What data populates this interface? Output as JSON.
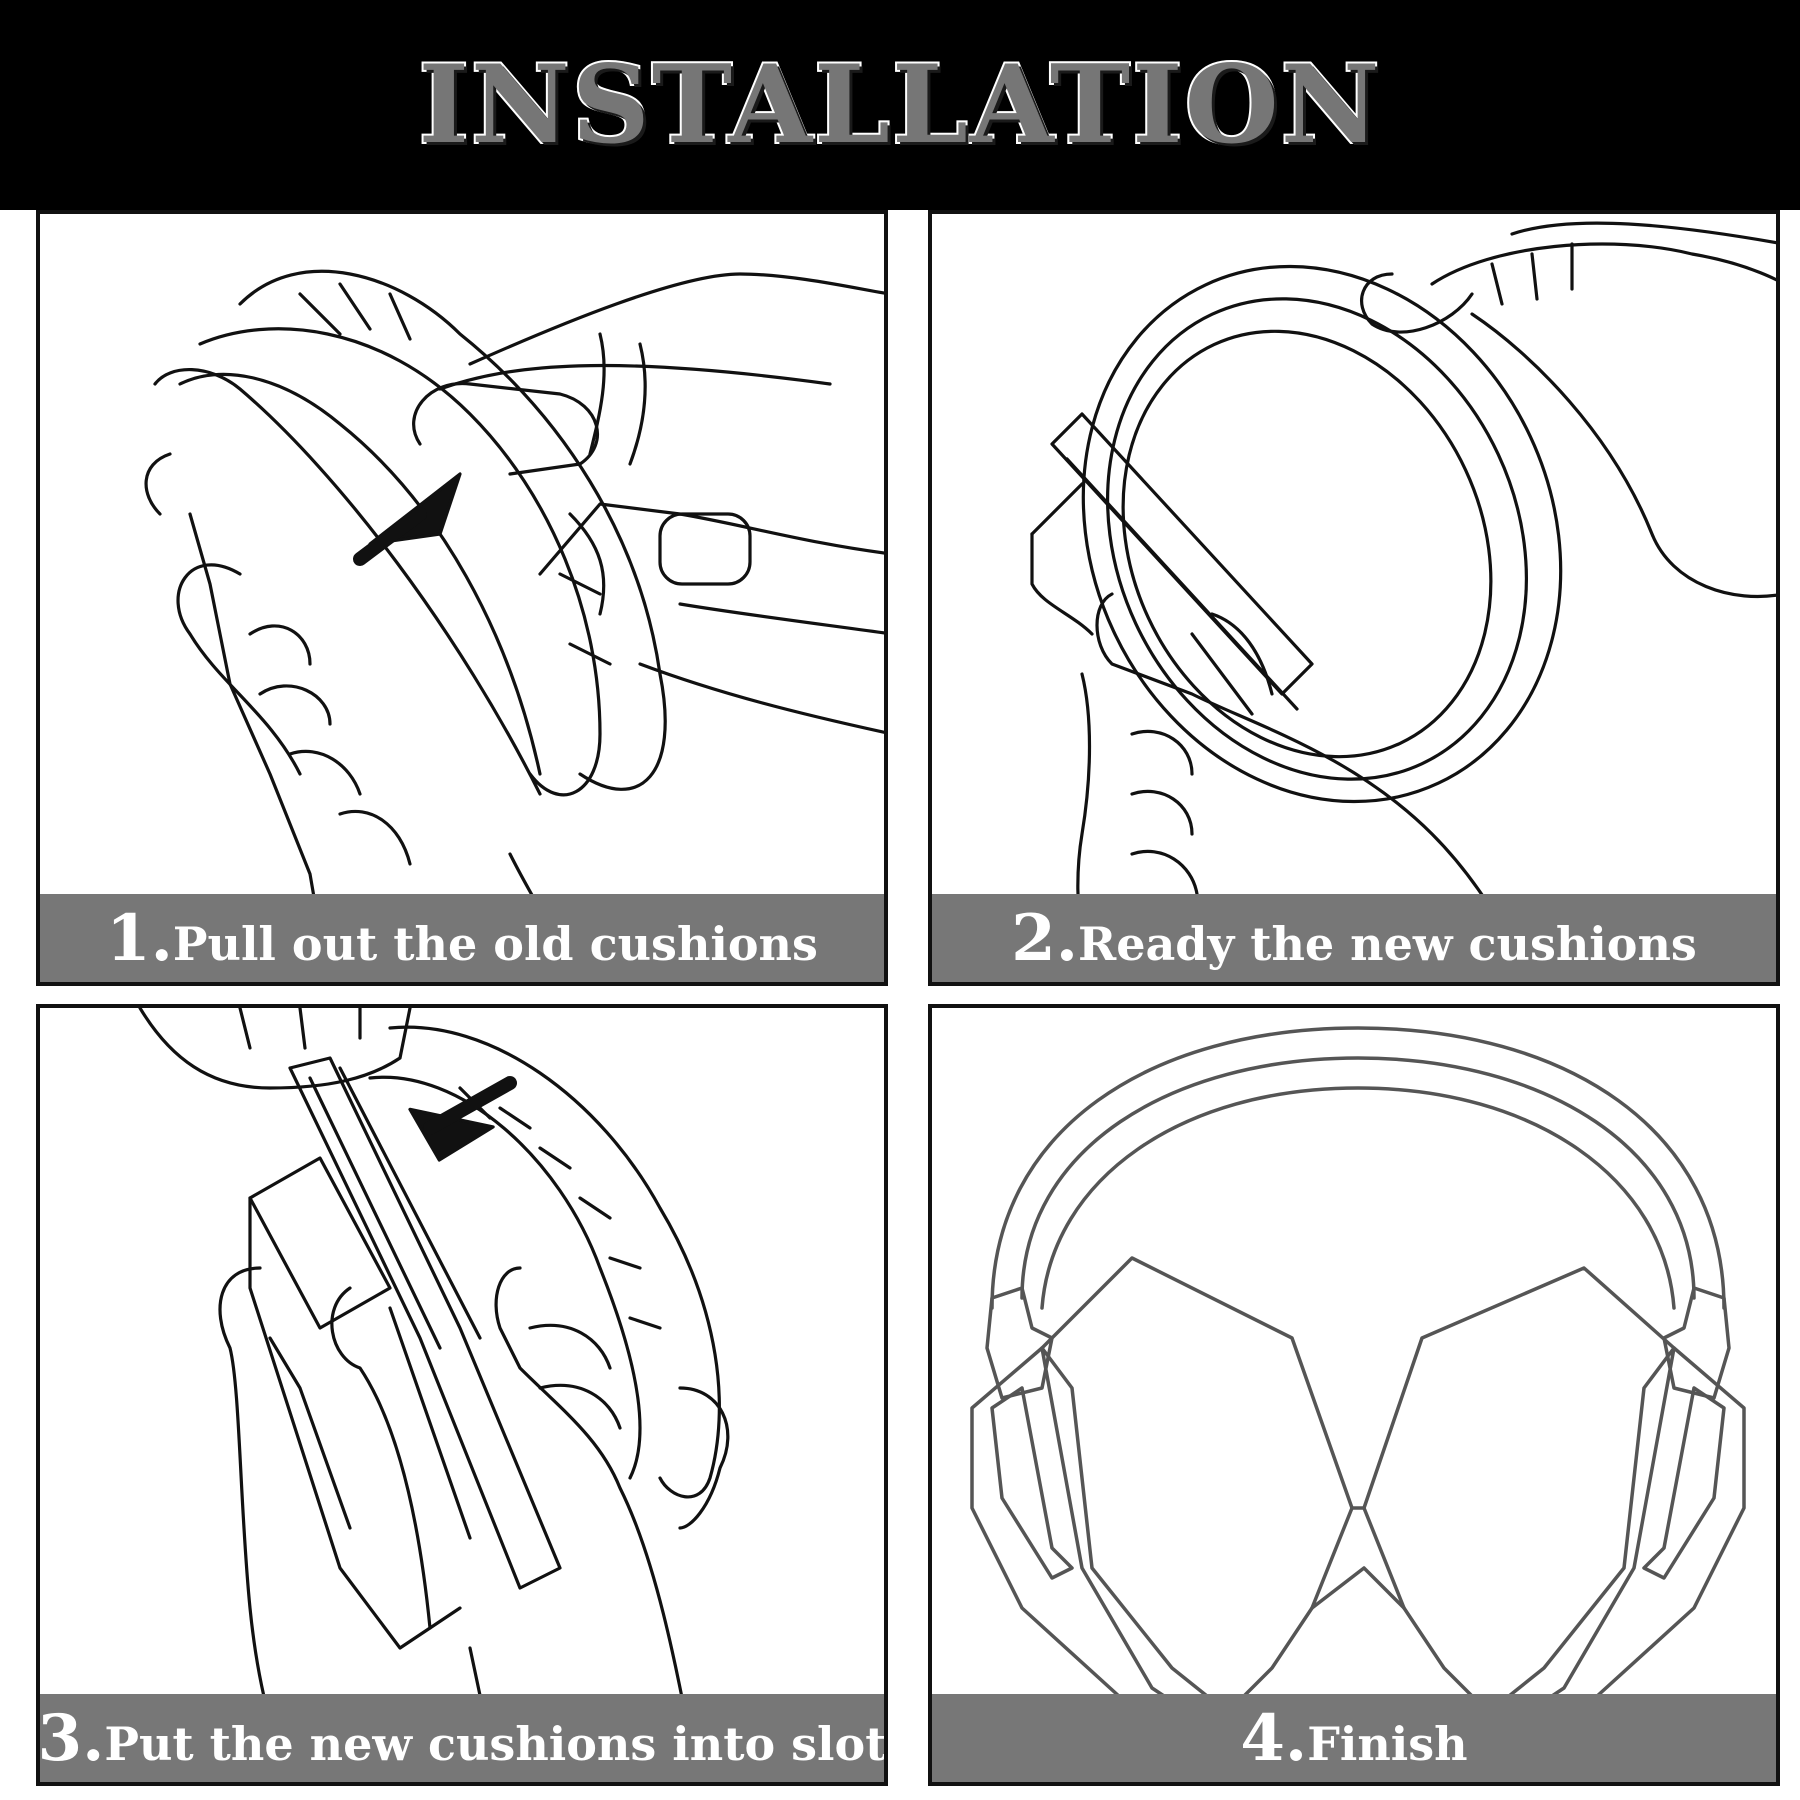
{
  "header": {
    "title": "INSTALLATION"
  },
  "steps": [
    {
      "number": "1.",
      "label": "Pull out the old cushions"
    },
    {
      "number": "2.",
      "label": "Ready the new cushions"
    },
    {
      "number": "3.",
      "label": "Put the new cushions into slot"
    },
    {
      "number": "4.",
      "label": "Finish"
    }
  ]
}
